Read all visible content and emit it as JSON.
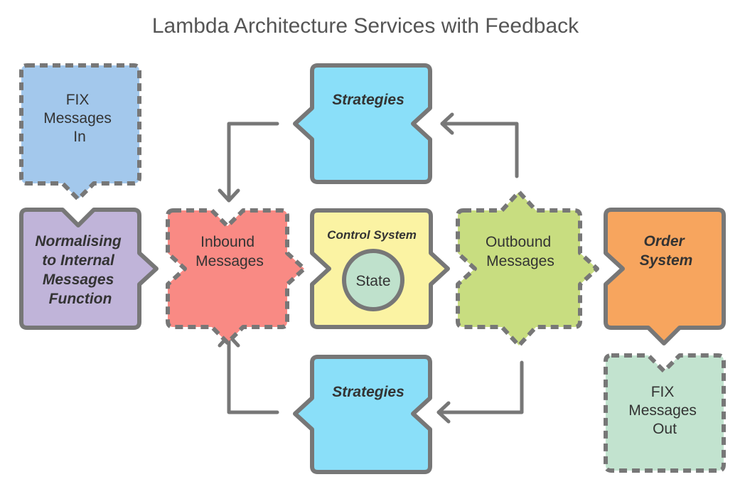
{
  "title": "Lambda Architecture Services with Feedback",
  "nodes": {
    "fix_in": {
      "lines": [
        "FIX",
        "Messages",
        "In"
      ],
      "color": "#a3c8ec"
    },
    "normalising": {
      "lines": [
        "Normalising",
        "to Internal",
        "Messages",
        "Function"
      ],
      "color": "#c0b4d9"
    },
    "inbound": {
      "lines": [
        "Inbound",
        "Messages"
      ],
      "color": "#f98a84"
    },
    "control": {
      "label": "Control System",
      "state": "State",
      "color": "#fbf3a3",
      "state_color": "#bfe1cc"
    },
    "outbound": {
      "lines": [
        "Outbound",
        "Messages"
      ],
      "color": "#c8dd80"
    },
    "order": {
      "lines": [
        "Order",
        "System"
      ],
      "color": "#f7a55e"
    },
    "fix_out": {
      "lines": [
        "FIX",
        "Messages",
        "Out"
      ],
      "color": "#c2e3cf"
    },
    "strategies_top": {
      "label": "Strategies",
      "color": "#8adff9"
    },
    "strategies_bottom": {
      "label": "Strategies",
      "color": "#8adff9"
    }
  }
}
